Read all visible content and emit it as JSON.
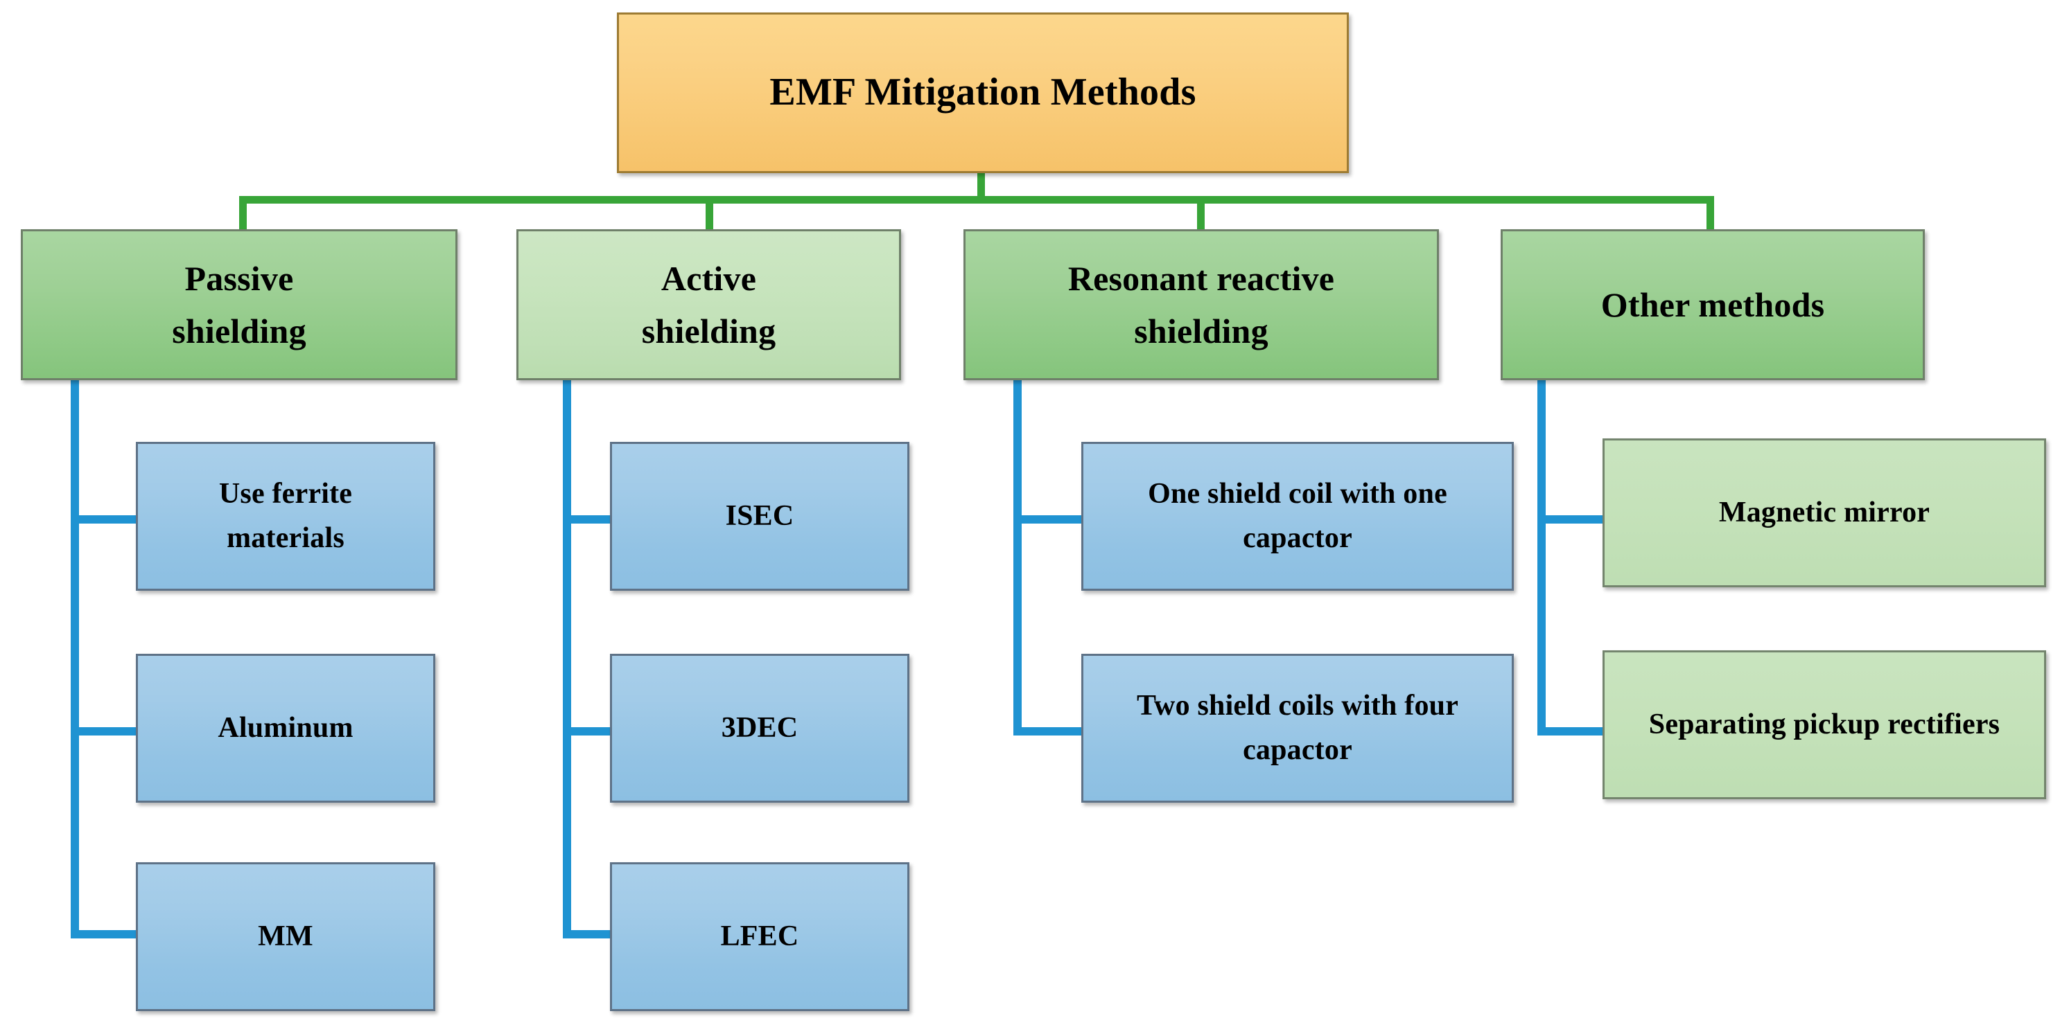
{
  "diagram": {
    "title": "EMF Mitigation Methods",
    "type": "hierarchy-tree",
    "orientation": "top-down",
    "levels": 3,
    "colors": {
      "root_fill": "#fbd286",
      "root_border": "#9d7b33",
      "level2_fill_medium": "#9ed095",
      "level2_fill_light": "#c7e4bd",
      "level2_border": "#6f806a",
      "level3_blue_fill": "#a2cbe8",
      "level3_blue_border": "#5e7287",
      "level3_green_fill": "#c5e2ba",
      "level3_green_border": "#74856e",
      "connector_green": "#38a538",
      "connector_blue": "#1f93d2",
      "background": "#ffffff",
      "text": "#000000"
    }
  },
  "root": {
    "label": "EMF Mitigation Methods"
  },
  "branches": [
    {
      "id": "passive-shielding",
      "label": "Passive\nshielding",
      "label_line1": "Passive",
      "label_line2": "shielding",
      "fill_variant": "medium",
      "children": [
        {
          "id": "use-ferrite-materials",
          "label_line1": "Use ferrite",
          "label_line2": "materials",
          "label": "Use ferrite materials",
          "fill_variant": "blue"
        },
        {
          "id": "aluminum",
          "label_line1": "Aluminum",
          "label_line2": "",
          "label": "Aluminum",
          "fill_variant": "blue"
        },
        {
          "id": "mm",
          "label_line1": "MM",
          "label_line2": "",
          "label": "MM",
          "fill_variant": "blue"
        }
      ]
    },
    {
      "id": "active-shielding",
      "label": "Active\nshielding",
      "label_line1": "Active",
      "label_line2": "shielding",
      "fill_variant": "light",
      "children": [
        {
          "id": "isec",
          "label_line1": "ISEC",
          "label_line2": "",
          "label": "ISEC",
          "fill_variant": "blue"
        },
        {
          "id": "3dec",
          "label_line1": "3DEC",
          "label_line2": "",
          "label": "3DEC",
          "fill_variant": "blue"
        },
        {
          "id": "lfec",
          "label_line1": "LFEC",
          "label_line2": "",
          "label": "LFEC",
          "fill_variant": "blue"
        }
      ]
    },
    {
      "id": "resonant-reactive-shielding",
      "label": "Resonant reactive\nshielding",
      "label_line1": "Resonant reactive",
      "label_line2": "shielding",
      "fill_variant": "medium",
      "children": [
        {
          "id": "one-shield-coil-one-capactor",
          "label_line1": "One shield coil with one",
          "label_line2": "capactor",
          "label": "One shield coil with one capactor",
          "fill_variant": "blue"
        },
        {
          "id": "two-shield-coils-four-capactor",
          "label_line1": "Two shield coils with four",
          "label_line2": "capactor",
          "label": "Two shield coils with four capactor",
          "fill_variant": "blue"
        }
      ]
    },
    {
      "id": "other-methods",
      "label": "Other methods",
      "label_line1": "Other methods",
      "label_line2": "",
      "fill_variant": "medium",
      "children": [
        {
          "id": "magnetic-mirror",
          "label_line1": "Magnetic mirror",
          "label_line2": "",
          "label": "Magnetic mirror",
          "fill_variant": "green"
        },
        {
          "id": "separating-pickup-rectifiers",
          "label_line1": "Separating pickup rectifiers",
          "label_line2": "",
          "label": "Separating pickup rectifiers",
          "fill_variant": "green"
        }
      ]
    }
  ]
}
